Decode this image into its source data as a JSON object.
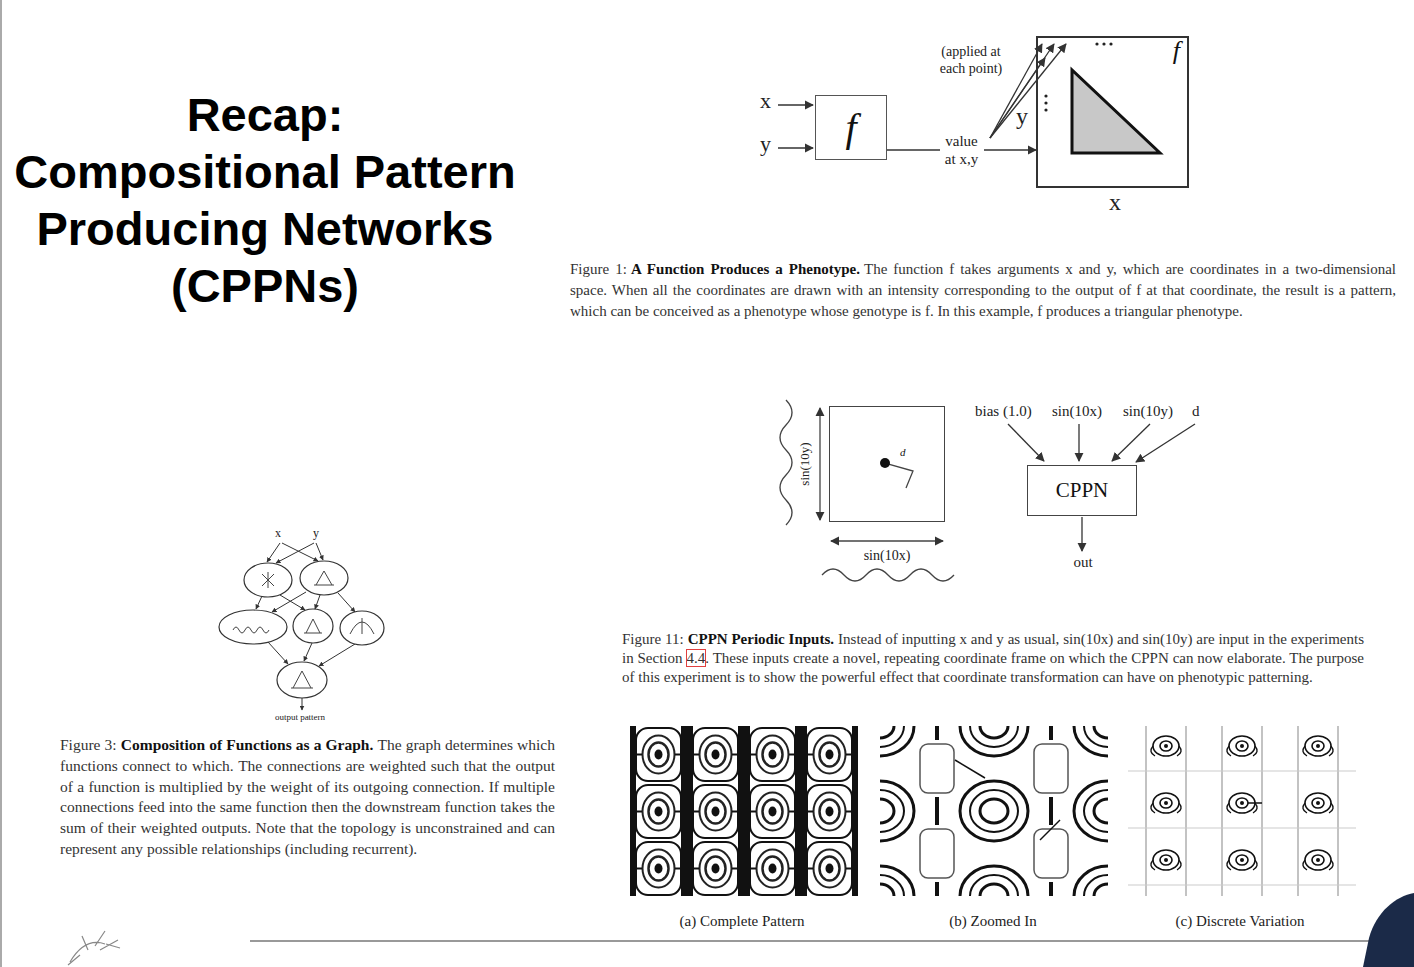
{
  "diagram": {
    "title": "Recap:",
    "nodes": [
      {
        "text": [
          "f"
        ]
      },
      {
        "text": [
          "f"
        ]
      },
      {
        "text": [
          "d"
        ]
      },
      {
        "text": [
          "CPPN"
        ]
      }
    ],
    "edges": [
      {
        "from": 0,
        "to": 1,
        "arrow": "to",
        "label": "value at x,y"
      }
    ],
    "labels": [
      "Compositional Pattern Producing Networks (CPPNs)",
      "x",
      "y",
      "(applied at each point)",
      "y",
      "x",
      "Figure 1:",
      "A Function Produces a Phenotype.",
      "The function f takes arguments x and y, which are coordinates in a two-dimensional space. When all the coordinates are drawn with an intensity corresponding to the output of f at that coordinate, the result is a pattern, which can be conceived as a phenotype whose genotype is f. In this example, f produces a triangular phenotype.",
      "sin(10y)",
      "sin(10x)",
      "bias (1.0)",
      "sin(10x)",
      "sin(10y)",
      "d",
      "out",
      "Figure 11:",
      "CPPN Periodic Inputs.",
      "Instead of inputting x and y as usual, sin(10x) and sin(10y) are input in the experiments in Section",
      "4.4",
      ". These inputs create a novel, repeating coordinate frame on which the CPPN can now elaborate. The purpose of this experiment is to show the powerful effect that coordinate transformation can have on phenotypic patterning.",
      "(a) Complete Pattern",
      "(b) Zoomed In",
      "(c) Discrete Variation",
      "x",
      "y",
      "output pattern",
      "Figure 3:",
      "Composition of Functions as a Graph.",
      "The graph determines which functions connect to which. The connections are weighted such that the output of a function is multiplied by the weight of its outgoing connection. If multiple connections feed into the same function then the downstream function takes the sum of their weighted outputs. Note that the topology is unconstrained and can represent any possible relationships (including recurrent)."
    ]
  }
}
